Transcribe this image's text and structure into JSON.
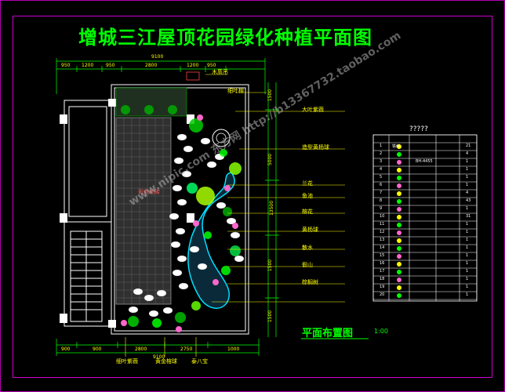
{
  "title": "增城三江屋顶花园绿化种植平面图",
  "layout_title": "平面布置图",
  "layout_scale": "1:00",
  "table_title": "?????",
  "watermark": "www.nipic.com 东方网 http://b13367732.taobao.com",
  "callouts": [
    {
      "text": "木质吊",
      "name": "callout-1"
    },
    {
      "text": "细叶榕",
      "name": "callout-2"
    },
    {
      "text": "大叶紫薇",
      "name": "callout-3"
    },
    {
      "text": "造型黄杨球",
      "name": "callout-4"
    },
    {
      "text": "兰花",
      "name": "callout-5"
    },
    {
      "text": "鱼池",
      "name": "callout-6"
    },
    {
      "text": "榕花",
      "name": "callout-7"
    },
    {
      "text": "黄杨球",
      "name": "callout-8"
    },
    {
      "text": "散水",
      "name": "callout-9"
    },
    {
      "text": "假山",
      "name": "callout-10"
    },
    {
      "text": "棕榈树",
      "name": "callout-11"
    }
  ],
  "bottom_labels": [
    "细叶紫薇",
    "黄金榕球",
    "泰八宝"
  ],
  "top_dims": [
    "950",
    "1200",
    "950",
    "2800",
    "1200",
    "950"
  ],
  "top_total": "9100",
  "bottom_dims": [
    "900",
    "900",
    "2800",
    "2750",
    "1000"
  ],
  "bottom_total": "9100",
  "right_dims": [
    "1500",
    "5000",
    "13500",
    "1500",
    "1500"
  ],
  "floor_label": "彩色地砖",
  "table_rows": [
    [
      "1",
      "铁树",
      "",
      "",
      "21"
    ],
    [
      "2",
      "",
      "",
      "",
      "4"
    ],
    [
      "3",
      "",
      "BH-4455",
      "",
      "1"
    ],
    [
      "4",
      "",
      "",
      "",
      "1"
    ],
    [
      "5",
      "",
      "",
      "",
      "1"
    ],
    [
      "6",
      "",
      "",
      "",
      "1"
    ],
    [
      "7",
      "",
      "",
      "",
      "4"
    ],
    [
      "8",
      "",
      "",
      "",
      "43"
    ],
    [
      "9",
      "",
      "",
      "",
      "1"
    ],
    [
      "10",
      "",
      "",
      "",
      "31"
    ],
    [
      "11",
      "",
      "",
      "",
      "1"
    ],
    [
      "12",
      "",
      "",
      "",
      "1"
    ],
    [
      "13",
      "",
      "",
      "",
      "1"
    ],
    [
      "14",
      "",
      "",
      "",
      "1"
    ],
    [
      "15",
      "",
      "",
      "",
      "1"
    ],
    [
      "16",
      "",
      "",
      "",
      "1"
    ],
    [
      "17",
      "",
      "",
      "",
      "1"
    ],
    [
      "18",
      "",
      "",
      "",
      "1"
    ],
    [
      "19",
      "",
      "",
      "",
      "1"
    ],
    [
      "20",
      "",
      "",
      "",
      "1"
    ]
  ]
}
